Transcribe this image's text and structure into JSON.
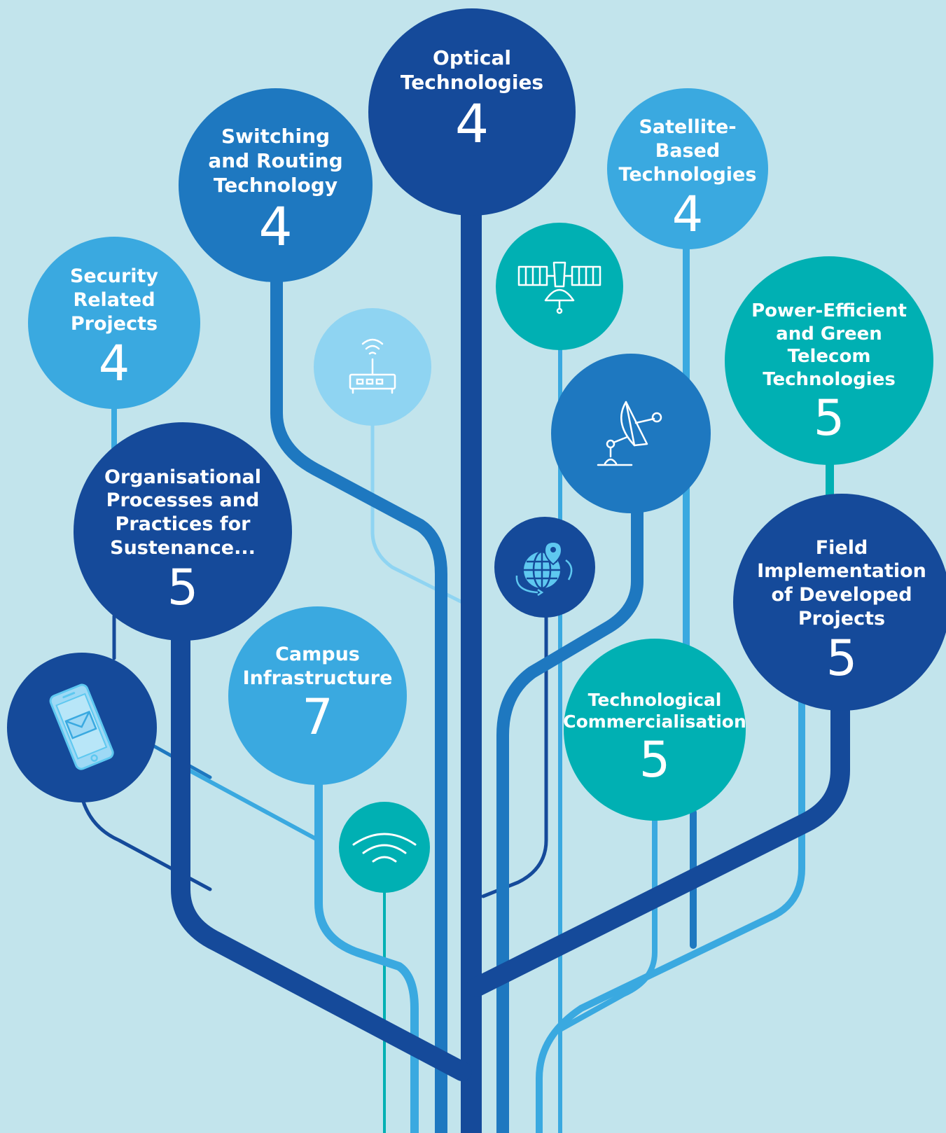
{
  "colors": {
    "background": "#c2e4ec",
    "navy": "#154a9a",
    "mid_blue": "#1e78c0",
    "sky_blue": "#3aa9e0",
    "pale_blue": "#8fd4f2",
    "teal": "#00b0b3"
  },
  "categories": [
    {
      "id": "optical",
      "title": "Optical\nTechnologies",
      "count": "4"
    },
    {
      "id": "switching",
      "title": "Switching\nand Routing\nTechnology",
      "count": "4"
    },
    {
      "id": "satellite",
      "title": "Satellite-\nBased\nTechnologies",
      "count": "4"
    },
    {
      "id": "security",
      "title": "Security\nRelated\nProjects",
      "count": "4"
    },
    {
      "id": "power",
      "title": "Power-Efficient\nand Green\nTelecom\nTechnologies",
      "count": "5"
    },
    {
      "id": "organisational",
      "title": "Organisational\nProcesses and\nPractices for\nSustenance...",
      "count": "5"
    },
    {
      "id": "field",
      "title": "Field\nImplementation\nof Developed\nProjects",
      "count": "5"
    },
    {
      "id": "campus",
      "title": "Campus\nInfrastructure",
      "count": "7"
    },
    {
      "id": "commercial",
      "title": "Technological\nCommercialisation",
      "count": "5"
    }
  ],
  "icons": [
    "router-icon",
    "satellite-icon",
    "satellite-dish-icon",
    "globe-location-icon",
    "mobile-mail-icon",
    "wifi-icon"
  ]
}
